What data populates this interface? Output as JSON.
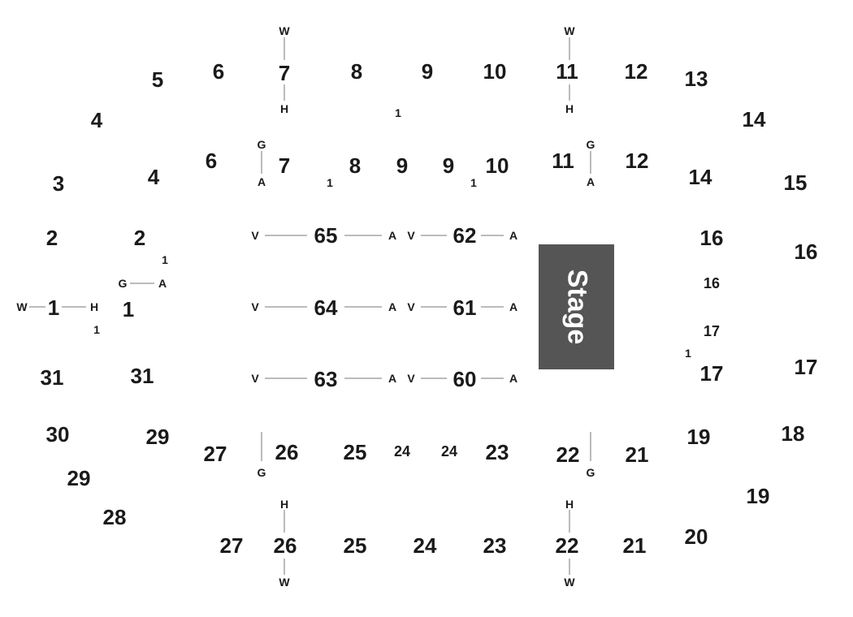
{
  "stage": {
    "label": "Stage",
    "color": "#555555"
  },
  "colors": {
    "text": "#1a1a1a",
    "line": "#777777",
    "background": "#ffffff"
  },
  "upper_sections": [
    "5",
    "6",
    "7",
    "8",
    "9",
    "10",
    "11",
    "12",
    "13",
    "4",
    "14",
    "3",
    "15",
    "2",
    "16",
    "1",
    "17",
    "31",
    "18",
    "30",
    "19",
    "29",
    "20",
    "28",
    "27",
    "26",
    "25",
    "24",
    "23",
    "22",
    "21"
  ],
  "lower_sections": [
    "6",
    "7",
    "8",
    "9",
    "9",
    "10",
    "11",
    "12",
    "4",
    "14",
    "2",
    "16",
    "16",
    "1",
    "17",
    "17",
    "31",
    "29",
    "27",
    "26",
    "25",
    "24",
    "24",
    "23",
    "22",
    "21",
    "19"
  ],
  "row_markers": [
    "1",
    "1",
    "1",
    "1",
    "1",
    "1",
    "1"
  ],
  "floor_sections": [
    "65",
    "62",
    "64",
    "61",
    "63",
    "60"
  ],
  "aisle_tags": [
    "W",
    "H",
    "W",
    "H",
    "G",
    "A",
    "G",
    "A",
    "W",
    "H",
    "G",
    "A",
    "G",
    "G",
    "H",
    "W",
    "H",
    "W",
    "V",
    "A",
    "V",
    "A",
    "V",
    "A",
    "V",
    "A",
    "V",
    "A",
    "V",
    "A"
  ]
}
